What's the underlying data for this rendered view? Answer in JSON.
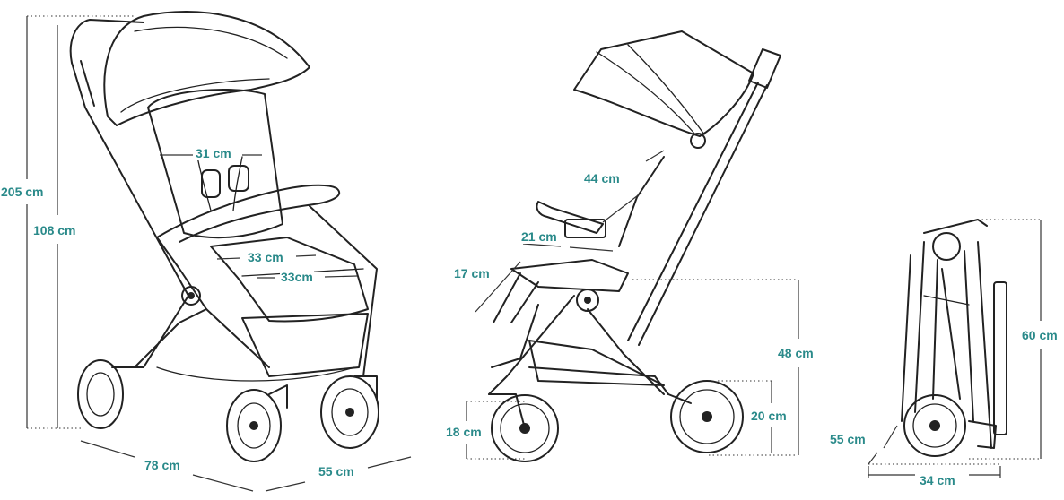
{
  "views": {
    "front": {
      "labels": {
        "height_total": "205 cm",
        "height_seat": "108 cm",
        "seat_width": "31 cm",
        "bar_width": "33 cm",
        "seat_depth": "33cm",
        "length": "78 cm",
        "width": "55 cm"
      }
    },
    "side": {
      "labels": {
        "backrest": "44 cm",
        "bumper": "21 cm",
        "footrest": "17 cm",
        "seat_height": "48 cm",
        "rear_wheel": "20 cm",
        "front_wheel": "18 cm"
      }
    },
    "folded": {
      "labels": {
        "height": "60 cm",
        "depth": "55 cm",
        "width": "34 cm"
      }
    }
  },
  "colors": {
    "label": "#2a8a8a",
    "line": "#222222"
  }
}
